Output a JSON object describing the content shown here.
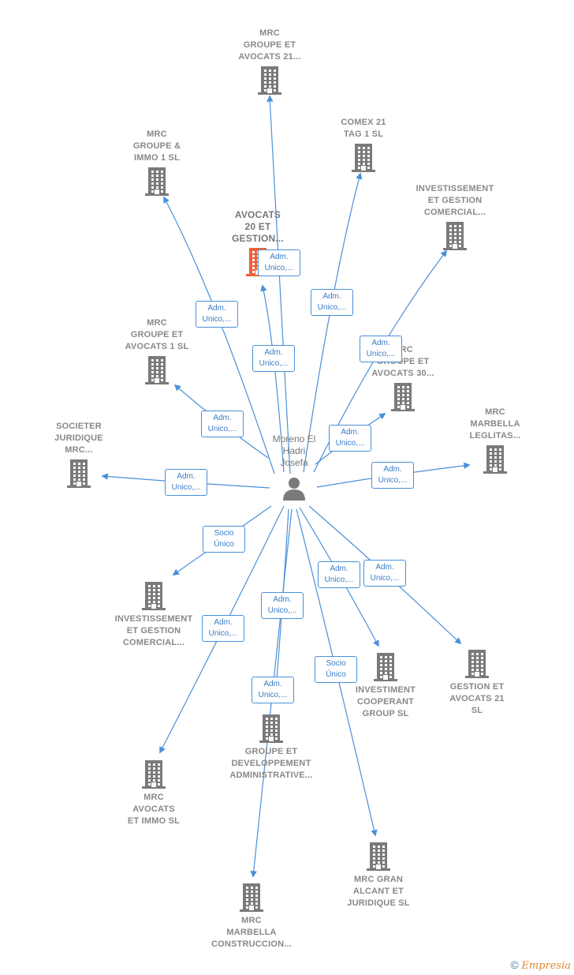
{
  "center": {
    "name": "Moreno El\nHadri\nJosefa",
    "icon": "person-icon"
  },
  "nodes": [
    {
      "id": "n1",
      "label": "MRC\nGROUPE ET\nAVOCATS 21...",
      "icon": "building-icon"
    },
    {
      "id": "n2",
      "label": "COMEX 21\nTAG 1  SL",
      "icon": "building-icon"
    },
    {
      "id": "n3",
      "label": "MRC\nGROUPE &\nIMMO 1  SL",
      "icon": "building-icon"
    },
    {
      "id": "n4",
      "label": "INVESTISSEMENT\nET GESTION\nCOMERCIAL...",
      "icon": "building-icon"
    },
    {
      "id": "n5",
      "label": "AVOCATS\n20 ET\nGESTION...",
      "icon": "building-icon",
      "highlight": true
    },
    {
      "id": "n6",
      "label": "MRC\nGROUPE ET\nAVOCATS 1  SL",
      "icon": "building-icon"
    },
    {
      "id": "n7",
      "label": "MRC\nGROUPE ET\nAVOCATS 30...",
      "icon": "building-icon"
    },
    {
      "id": "n8",
      "label": "SOCIETER\nJURIDIQUE\nMRC...",
      "icon": "building-icon"
    },
    {
      "id": "n9",
      "label": "MRC\nMARBELLA\nLEGLITAS...",
      "icon": "building-icon"
    },
    {
      "id": "n10",
      "label": "INVESTISSEMENT\nET GESTION\nCOMERCIAL...",
      "icon": "building-icon"
    },
    {
      "id": "n11",
      "label": "INVESTIMENT\nCOOPERANT\nGROUP  SL",
      "icon": "building-icon"
    },
    {
      "id": "n12",
      "label": "GESTION ET\nAVOCATS 21\nSL",
      "icon": "building-icon"
    },
    {
      "id": "n13",
      "label": "GROUPE ET\nDEVELOPPEMENT\nADMINISTRATIVE...",
      "icon": "building-icon"
    },
    {
      "id": "n14",
      "label": "MRC\nAVOCATS\nET IMMO  SL",
      "icon": "building-icon"
    },
    {
      "id": "n15",
      "label": "MRC GRAN\nALCANT ET\nJURIDIQUE  SL",
      "icon": "building-icon"
    },
    {
      "id": "n16",
      "label": "MRC\nMARBELLA\nCONSTRUCCION...",
      "icon": "building-icon"
    }
  ],
  "badges": [
    "Adm.\nUnico,...",
    "Adm.\nUnico,...",
    "Adm.\nUnico,...",
    "Adm.\nUnico,...",
    "Adm.\nUnico,...",
    "Adm.\nUnico,...",
    "Adm.\nUnico,...",
    "Adm.\nUnico,...",
    "Adm.\nUnico,...",
    "Socio\nÚnico",
    "Adm.\nUnico,...",
    "Adm.\nUnico,...",
    "Adm.\nUnico,...",
    "Adm.\nUnico,...",
    "Socio\nÚnico",
    "Adm.\nUnico,..."
  ],
  "colors": {
    "edge": "#4a90d9",
    "building": "#7a7a7a",
    "highlight": "#e8633a",
    "person": "#7a7a7a"
  },
  "footer": {
    "copyright": "©",
    "brand": "Empresia"
  }
}
